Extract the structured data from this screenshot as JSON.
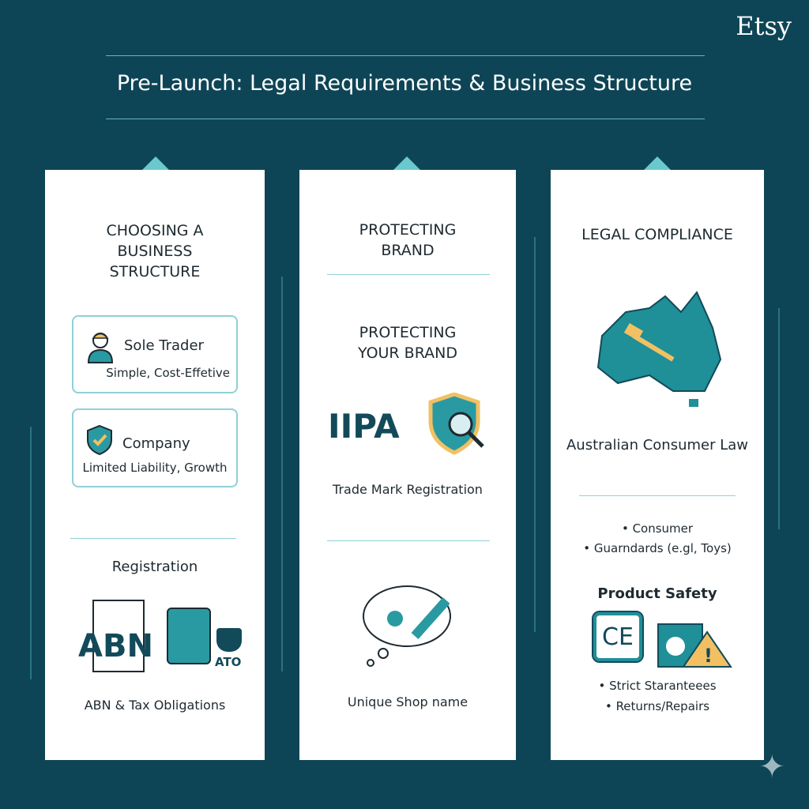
{
  "brand": "Etsy",
  "title": "Pre-Launch: Legal Requirements & Business Structure",
  "columns": [
    {
      "heading": "CHOOSING A BUSINESS STRUCTURE",
      "options": [
        {
          "label": "Sole Trader",
          "desc": "Simple, Cost-Effetive",
          "icon": "person-icon"
        },
        {
          "label": "Company",
          "desc": "Limited Liability, Growth",
          "icon": "shield-check-icon"
        }
      ],
      "section": "Registration",
      "abn": "ABN",
      "ato": "ATO",
      "caption": "ABN & Tax Obligations"
    },
    {
      "heading": "PROTECTING BRAND",
      "section": "PROTECTING YOUR BRAND",
      "ipa": "IIPA",
      "caption1": "Trade Mark Registration",
      "caption2": "Unique Shop name"
    },
    {
      "heading": "LEGAL COMPLIANCE",
      "map_caption": "Australian Consumer Law",
      "bullets1": [
        "Consumer",
        "Guarndards (e.gl, Toys)"
      ],
      "section": "Product Safety",
      "ce": "CE",
      "bullets2": [
        "Strict Staranteees",
        "Returns/Repairs"
      ]
    }
  ],
  "colors": {
    "background": "#0e4556",
    "accent": "#6cc8cf",
    "teal": "#1f8f98",
    "gold": "#f2c063"
  }
}
